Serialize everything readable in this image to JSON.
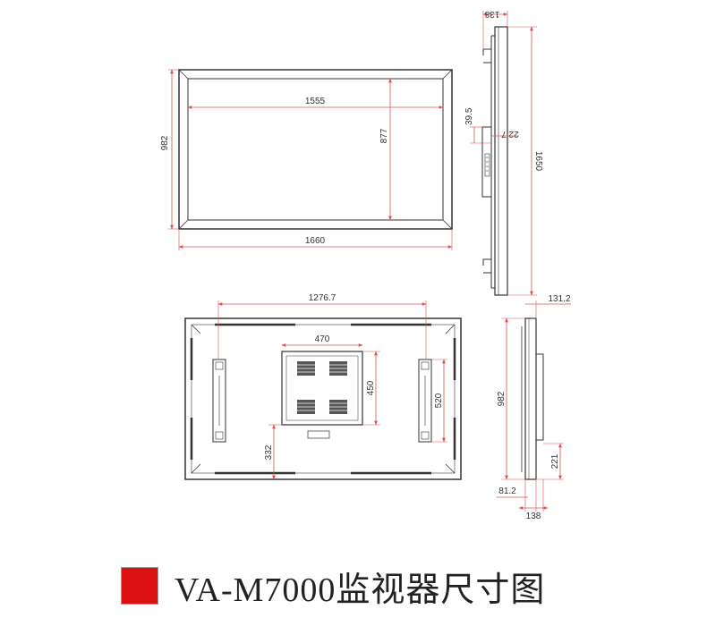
{
  "front_view": {
    "inner_width": "1555",
    "outer_width": "1660",
    "outer_height": "982",
    "inner_height": "877"
  },
  "side_view_top": {
    "depth_top": "138",
    "bracket_offset": "39.5",
    "bracket_depth": "22.7",
    "total_height": "1650"
  },
  "rear_view": {
    "mount_spacing": "1276.7",
    "vesa_width": "470",
    "vesa_height": "450",
    "bracket_height": "520",
    "bottom_offset": "332"
  },
  "side_view_bottom": {
    "depth_label": "131.2",
    "height": "982",
    "foot_height": "221",
    "base_offset": "81.2",
    "base_depth": "138"
  },
  "caption": {
    "text": "VA-M7000监视器尺寸图",
    "marker_color": "#dd1111"
  },
  "colors": {
    "dimension_line": "#e05050",
    "outline": "#333333"
  }
}
